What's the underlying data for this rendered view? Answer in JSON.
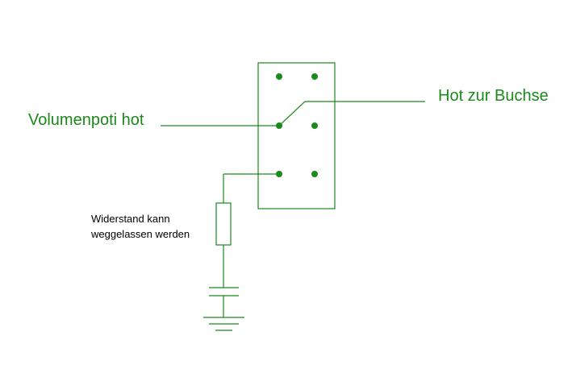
{
  "labels": {
    "volume_pot": "Volumenpoti hot",
    "jack": "Hot zur Buchse",
    "resistor_note_line1": "Widerstand kann",
    "resistor_note_line2": "weggelassen werden"
  },
  "colors": {
    "wire": "#1a8a1a",
    "text_primary": "#1a8a1a",
    "text_note": "#000000",
    "background": "#ffffff"
  }
}
